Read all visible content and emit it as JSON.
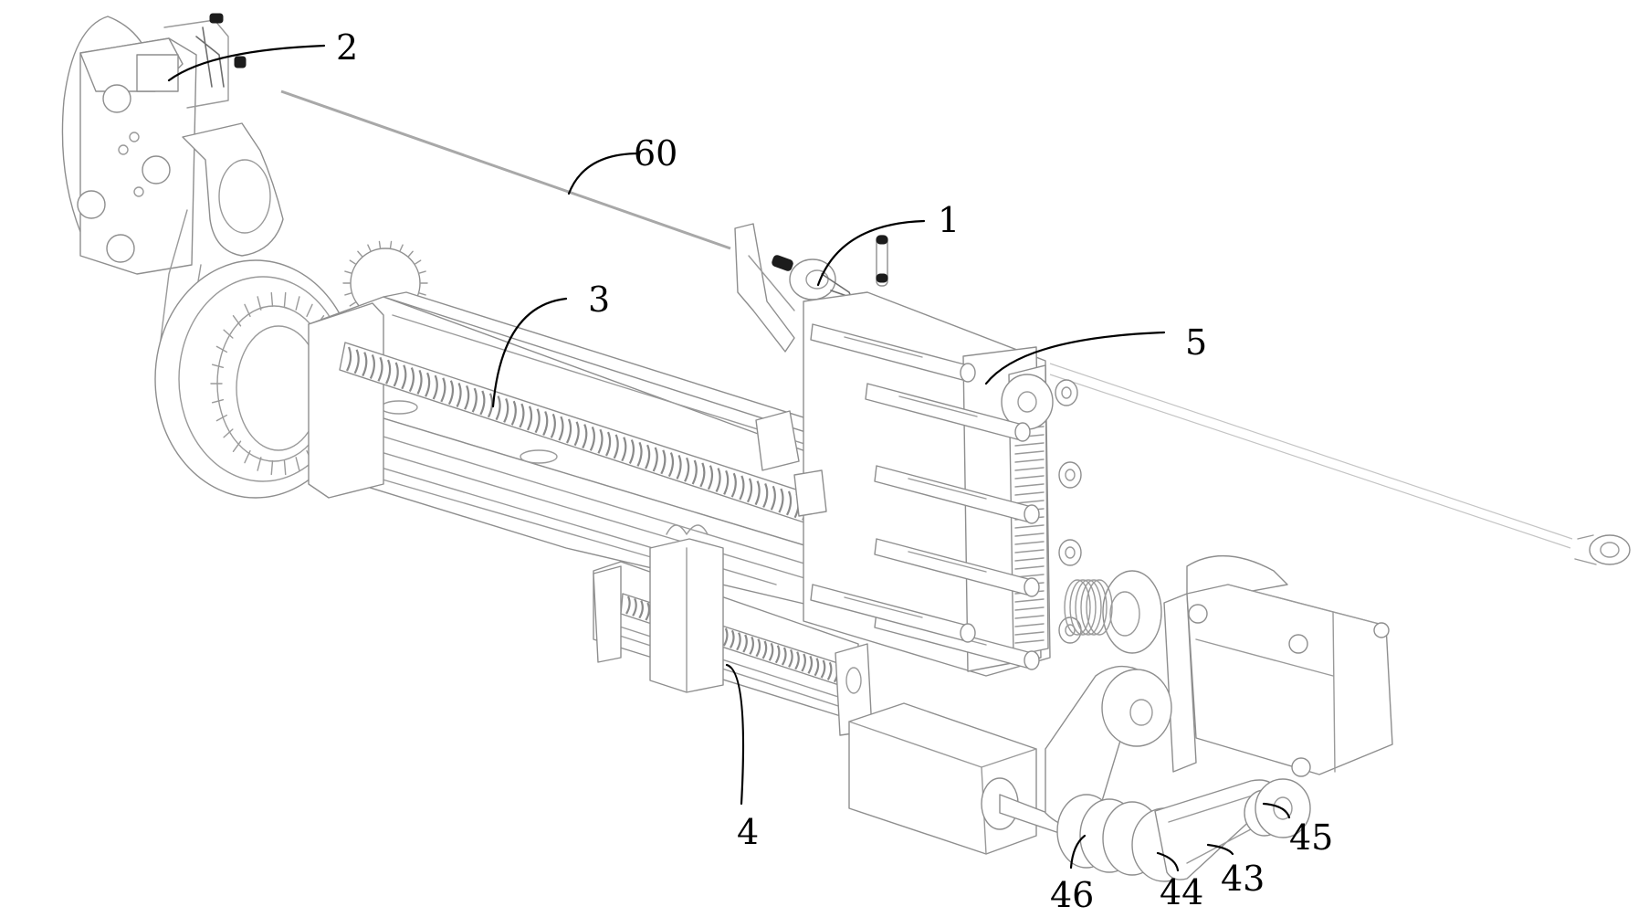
{
  "figure": {
    "type": "patent-drawing",
    "description": "Isometric line drawing of a lead-screw driven feed mechanism with numbered reference labels",
    "background": "#ffffff",
    "line_color": "#9a9a9a",
    "label_color": "#000000"
  },
  "labels": [
    {
      "id": "label-2",
      "text": "2",
      "part": "clamp-head-assembly"
    },
    {
      "id": "label-60",
      "text": "60",
      "part": "guide-wire"
    },
    {
      "id": "label-1",
      "text": "1",
      "part": "wire-holder"
    },
    {
      "id": "label-3",
      "text": "3",
      "part": "main-lead-screw"
    },
    {
      "id": "label-5",
      "text": "5",
      "part": "carriage-frame"
    },
    {
      "id": "label-4",
      "text": "4",
      "part": "secondary-lead-screw"
    },
    {
      "id": "label-45",
      "text": "45",
      "part": "driven-pulley"
    },
    {
      "id": "label-43",
      "text": "43",
      "part": "timing-belt"
    },
    {
      "id": "label-44",
      "text": "44",
      "part": "drive-pulley"
    },
    {
      "id": "label-46",
      "text": "46",
      "part": "double-pulley"
    }
  ]
}
